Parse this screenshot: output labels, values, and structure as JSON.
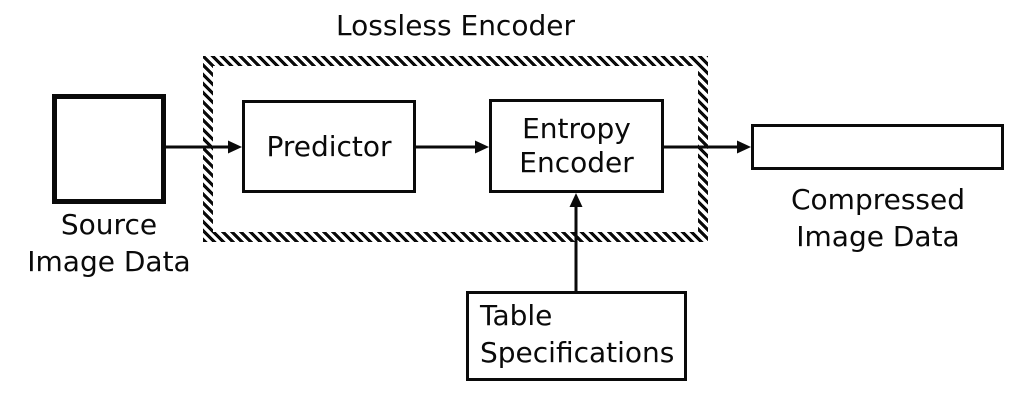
{
  "title": "Lossless Encoder",
  "nodes": {
    "source": {
      "line1": "Source",
      "line2": "Image Data"
    },
    "predictor": {
      "label": "Predictor"
    },
    "entropy_encoder": {
      "line1": "Entropy",
      "line2": "Encoder"
    },
    "compressed": {
      "line1": "Compressed",
      "line2": "Image Data"
    },
    "table_specifications": {
      "line1": "Table",
      "line2": "Specifications"
    }
  },
  "edges": [
    {
      "from": "source-image-data",
      "to": "predictor"
    },
    {
      "from": "predictor",
      "to": "entropy-encoder"
    },
    {
      "from": "entropy-encoder",
      "to": "compressed-image-data"
    },
    {
      "from": "table-specifications",
      "to": "entropy-encoder"
    }
  ],
  "colors": {
    "stroke": "#0a0a0a",
    "background": "#ffffff"
  }
}
